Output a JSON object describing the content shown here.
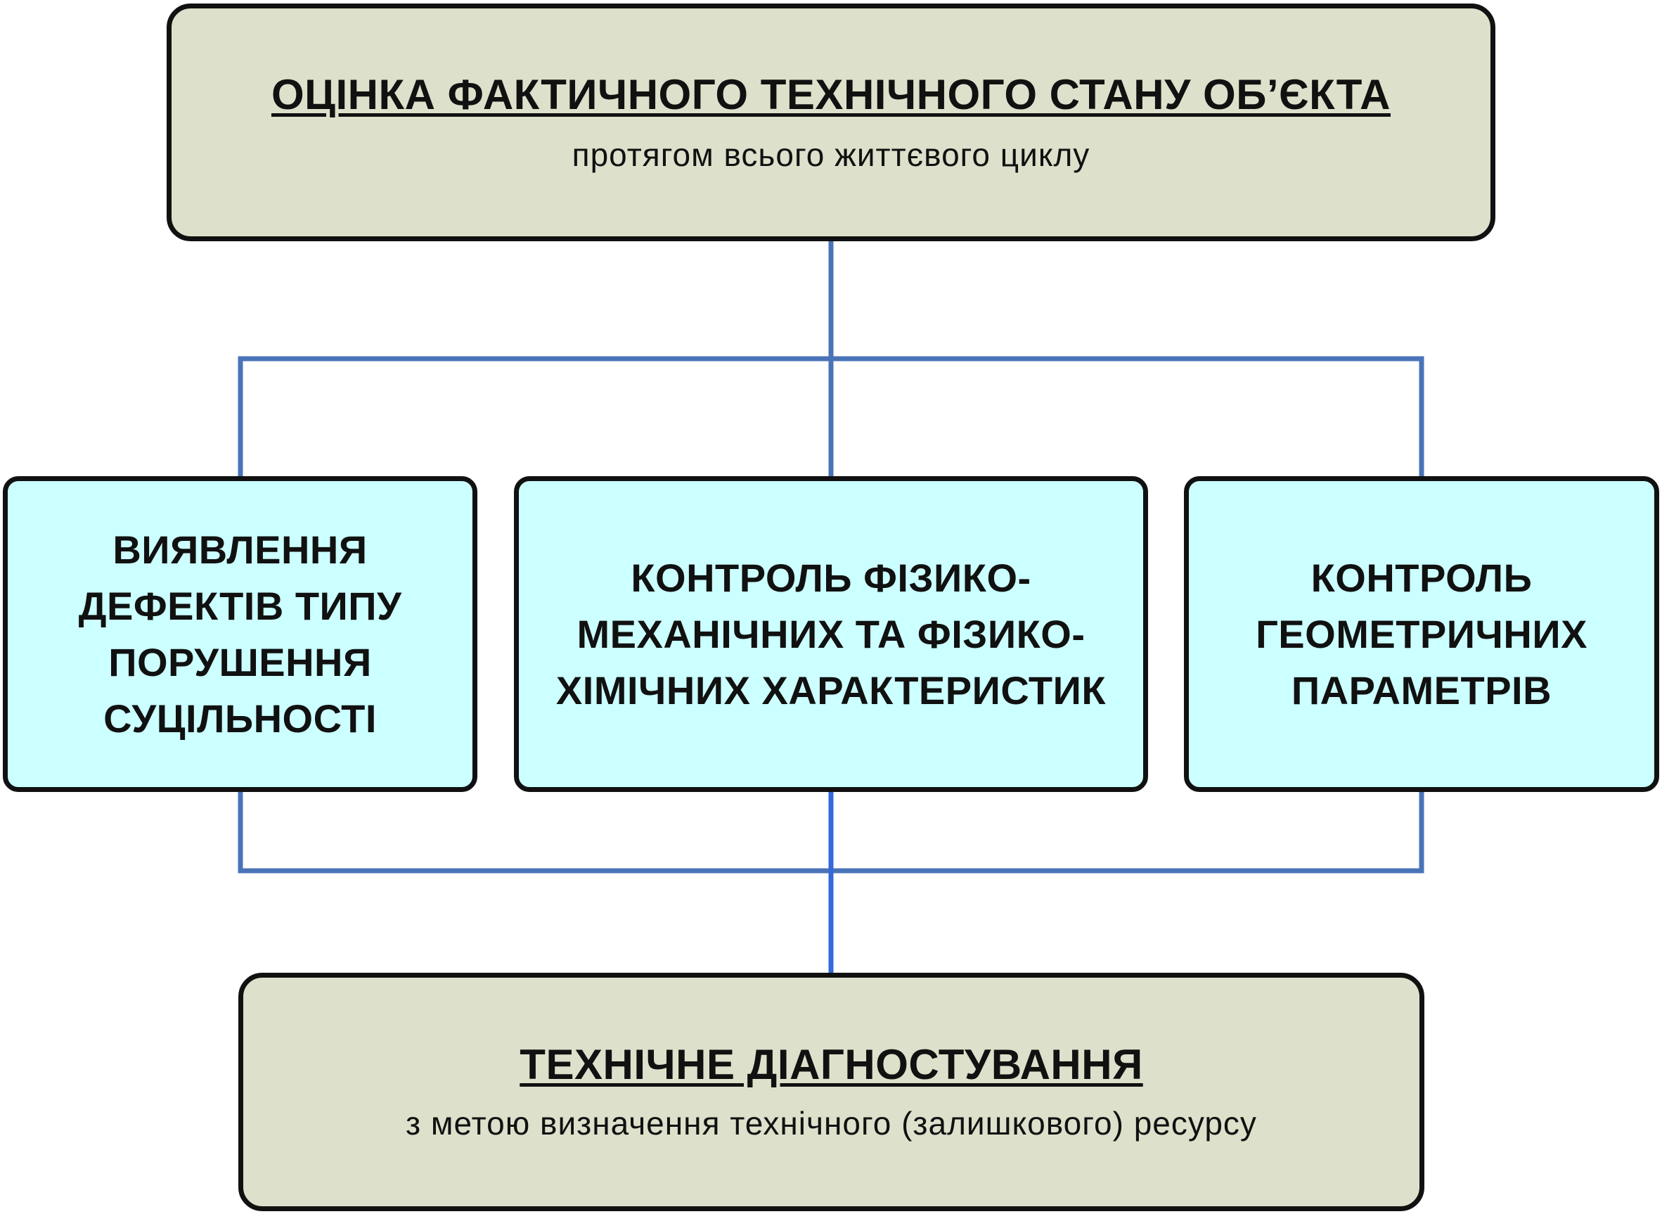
{
  "diagram": {
    "top": {
      "title": "ОЦІНКА ФАКТИЧНОГО ТЕХНІЧНОГО СТАНУ ОБ’ЄКТА",
      "subtitle": "протягом всього життєвого циклу"
    },
    "branches": [
      {
        "lines": [
          "ВИЯВЛЕННЯ",
          "ДЕФЕКТІВ ТИПУ",
          "ПОРУШЕННЯ",
          "СУЦІЛЬНОСТІ"
        ]
      },
      {
        "lines": [
          "КОНТРОЛЬ ФІЗИКО-",
          "МЕХАНІЧНИХ ТА ФІЗИКО-",
          "ХІМІЧНИХ ХАРАКТЕРИСТИК"
        ]
      },
      {
        "lines": [
          "КОНТРОЛЬ",
          "ГЕОМЕТРИЧНИХ",
          "ПАРАМЕТРІВ"
        ]
      }
    ],
    "bottom": {
      "title": "ТЕХНІЧНЕ ДІАГНОСТУВАННЯ",
      "subtitle": "з метою визначення технічного (залишкового) ресурсу"
    },
    "colors": {
      "grey_box": "#dde1cb",
      "cyan_box": "#ccffff",
      "connector": "#4a74b8",
      "border": "#111111"
    }
  }
}
